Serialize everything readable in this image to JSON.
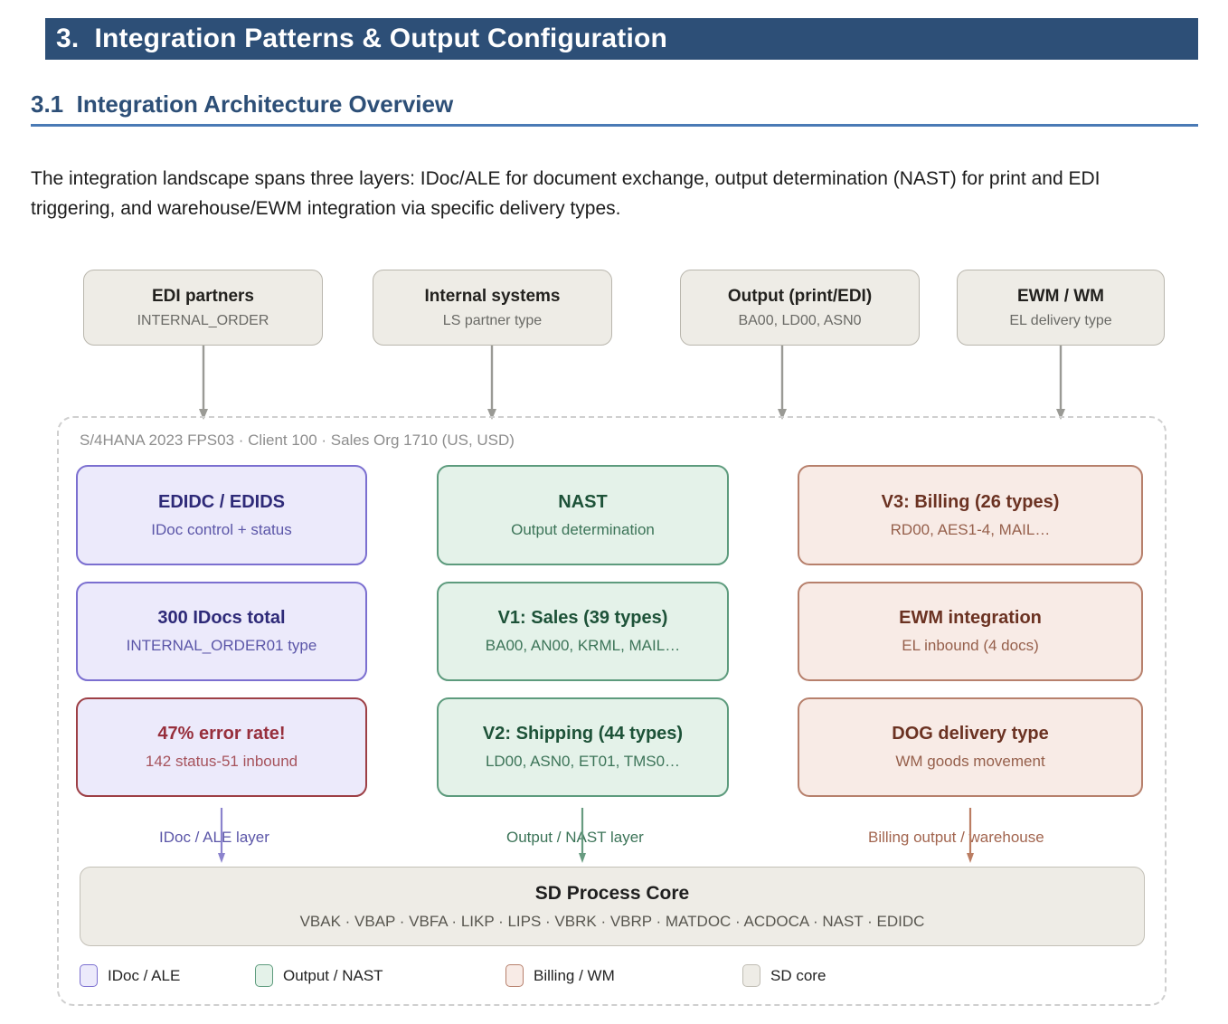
{
  "section": {
    "band_title": "3.  Integration Patterns & Output Configuration",
    "band_color": "#2d4f77"
  },
  "subsection": {
    "title": "3.1  Integration Architecture Overview",
    "rule_color": "#4a7ab5",
    "paragraph": "The integration landscape spans three layers: IDoc/ALE for document exchange, output determination (NAST) for print and EDI triggering, and warehouse/EWM integration via specific delivery types."
  },
  "diagram": {
    "external_sources": [
      {
        "title": "EDI partners",
        "subtitle": "INTERNAL_ORDER"
      },
      {
        "title": "Internal systems",
        "subtitle": "LS partner type"
      },
      {
        "title": "Output (print/EDI)",
        "subtitle": "BA00, LD00, ASN0"
      },
      {
        "title": "EWM / WM",
        "subtitle": "EL delivery type"
      }
    ],
    "system_caption": "S/4HANA 2023 FPS03 · Client 100 · Sales Org 1710 (US, USD)",
    "components": [
      {
        "title": "EDIDC / EDIDS",
        "subtitle": "IDoc control + status",
        "palette": "idoc"
      },
      {
        "title": "NAST",
        "subtitle": "Output determination",
        "palette": "nast"
      },
      {
        "title": "V3: Billing (26 types)",
        "subtitle": "RD00, AES1-4, MAIL…",
        "palette": "bill"
      },
      {
        "title": "300 IDocs total",
        "subtitle": "INTERNAL_ORDER01 type",
        "palette": "idoc"
      },
      {
        "title": "V1: Sales (39 types)",
        "subtitle": "BA00, AN00, KRML, MAIL…",
        "palette": "nast"
      },
      {
        "title": "EWM integration",
        "subtitle": "EL inbound (4 docs)",
        "palette": "bill"
      },
      {
        "title": "47% error rate!",
        "subtitle": "142 status-51 inbound",
        "palette": "alert"
      },
      {
        "title": "V2: Shipping (44 types)",
        "subtitle": "LD00, ASN0, ET01, TMS0…",
        "palette": "nast"
      },
      {
        "title": "DOG delivery type",
        "subtitle": "WM goods movement",
        "palette": "bill"
      }
    ],
    "layer_labels": [
      {
        "text": "IDoc / ALE layer",
        "color": "#5b56a8"
      },
      {
        "text": "Output / NAST layer",
        "color": "#3c7458"
      },
      {
        "text": "Billing output / warehouse",
        "color": "#a2654f"
      }
    ],
    "core": {
      "title": "SD Process Core",
      "subtitle": "VBAK · VBAP · VBFA · LIKP · LIPS · VBRK · VBRP · MATDOC · ACDOCA · NAST · EDIDC"
    },
    "legend": [
      {
        "label": "IDoc / ALE",
        "swatch": "#eceafb",
        "border": "#7b6fd0"
      },
      {
        "label": "Output / NAST",
        "swatch": "#e4f2e9",
        "border": "#5d9b7d"
      },
      {
        "label": "Billing / WM",
        "swatch": "#f8ebe6",
        "border": "#b7806c"
      },
      {
        "label": "SD core",
        "swatch": "#eeece6",
        "border": "#bfbcb3"
      }
    ]
  }
}
